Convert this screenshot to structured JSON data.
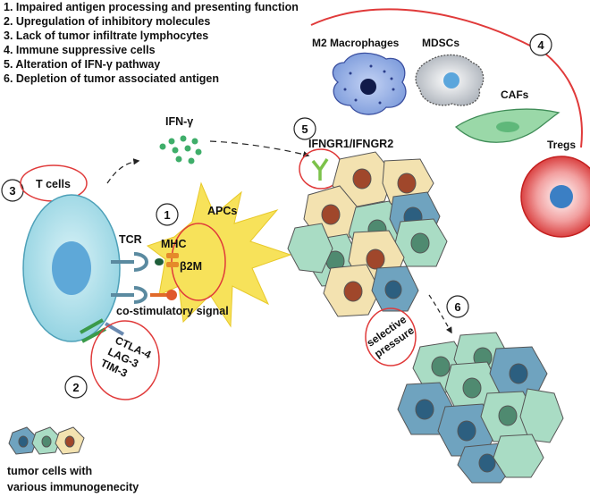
{
  "legend_list": [
    "1. Impaired antigen processing and presenting function",
    "2. Upregulation of inhibitory molecules",
    "3. Lack of tumor infiltrate lymphocytes",
    "4. Immune suppressive cells",
    "5. Alteration of IFN-γ pathway",
    "6. Depletion of tumor associated antigen"
  ],
  "labels": {
    "ifn_gamma": "IFN-γ",
    "t_cells": "T cells",
    "apcs": "APCs",
    "tcr": "TCR",
    "mhc": "MHC",
    "b2m": "β2M",
    "co_stim": "co-stimulatory signal",
    "ctla4": "CTLA-4",
    "lag3": "LAG-3",
    "tim3": "TIM-3",
    "ifngr": "IFNGR1/IFNGR2",
    "m2": "M2 Macrophages",
    "mdscs": "MDSCs",
    "cafs": "CAFs",
    "tregs": "Tregs",
    "selective": "selective",
    "pressure": "pressure",
    "tumor_legend_1": "tumor cells with",
    "tumor_legend_2": "various immunogenecity"
  },
  "numbers": [
    "1",
    "2",
    "3",
    "4",
    "5",
    "6"
  ],
  "colors": {
    "t_cell": "#a8dde8",
    "t_cell_nucleus": "#5ea8d8",
    "apc": "#f7e25a",
    "red_outline": "#e03a3a",
    "tumor_yellow": "#f3e2b0",
    "tumor_green": "#a9dcc4",
    "tumor_blue": "#6fa3bf",
    "nucleus_brown": "#a0472b",
    "ifn_dots": "#3fae6a",
    "treg": "#e03a3a",
    "caf": "#8fd4a0",
    "m2": "#8aa6e0",
    "mdsc": "#c9cdd3"
  }
}
